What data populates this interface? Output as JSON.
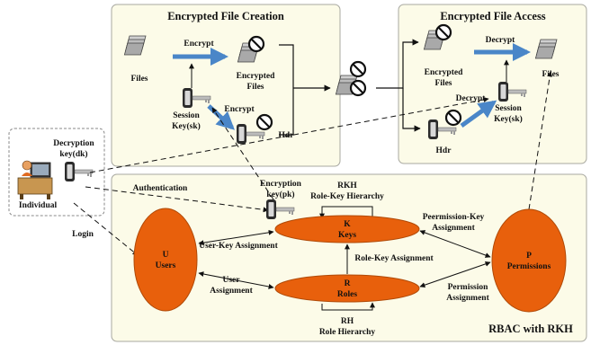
{
  "panels": {
    "creation_title": "Encrypted File Creation",
    "access_title": "Encrypted File Access",
    "rbac_title": "RBAC with RKH"
  },
  "creation": {
    "files": "Files",
    "encrypt_top": "Encrypt",
    "encrypted_files_1": "Encrypted",
    "encrypted_files_2": "Files",
    "session_key_1": "Session",
    "session_key_2": "Key(sk)",
    "encrypt_bottom": "Encrypt",
    "hdr": "Hdr"
  },
  "access": {
    "encrypted_files_1": "Encrypted",
    "encrypted_files_2": "Files",
    "decrypt_top": "Decrypt",
    "files": "Files",
    "decrypt_mid": "Decrypt",
    "session_key_1": "Session",
    "session_key_2": "Key(sk)",
    "hdr": "Hdr"
  },
  "individual": {
    "decryption_key_1": "Decryption",
    "decryption_key_2": "key(dk)",
    "label": "Individual",
    "authentication": "Authentication",
    "login": "Login"
  },
  "rbac": {
    "encryption_key_1": "Encryption",
    "encryption_key_2": "key(pk)",
    "rkh_1": "RKH",
    "rkh_2": "Role-Key Hierarchy",
    "keys_letter": "K",
    "keys_label": "Keys",
    "users_letter": "U",
    "users_label": "Users",
    "roles_letter": "R",
    "roles_label": "Roles",
    "perm_letter": "P",
    "perm_label": "Permissions",
    "user_key_assignment": "User-Key Assignment",
    "role_key_assignment": "Role-Key Assignment",
    "user_assignment_1": "User",
    "user_assignment_2": "Assignment",
    "perm_key_assignment_1": "Peermission-Key",
    "perm_key_assignment_2": "Assignment",
    "permission_assignment_1": "Permission",
    "permission_assignment_2": "Assignment",
    "rh_1": "RH",
    "rh_2": "Role Hierarchy"
  },
  "colors": {
    "panel_fill": "#fcfbe8",
    "panel_border": "#a8a8a0",
    "ellipse_fill": "#e8600c",
    "blue_arrow": "#4a86c8"
  }
}
